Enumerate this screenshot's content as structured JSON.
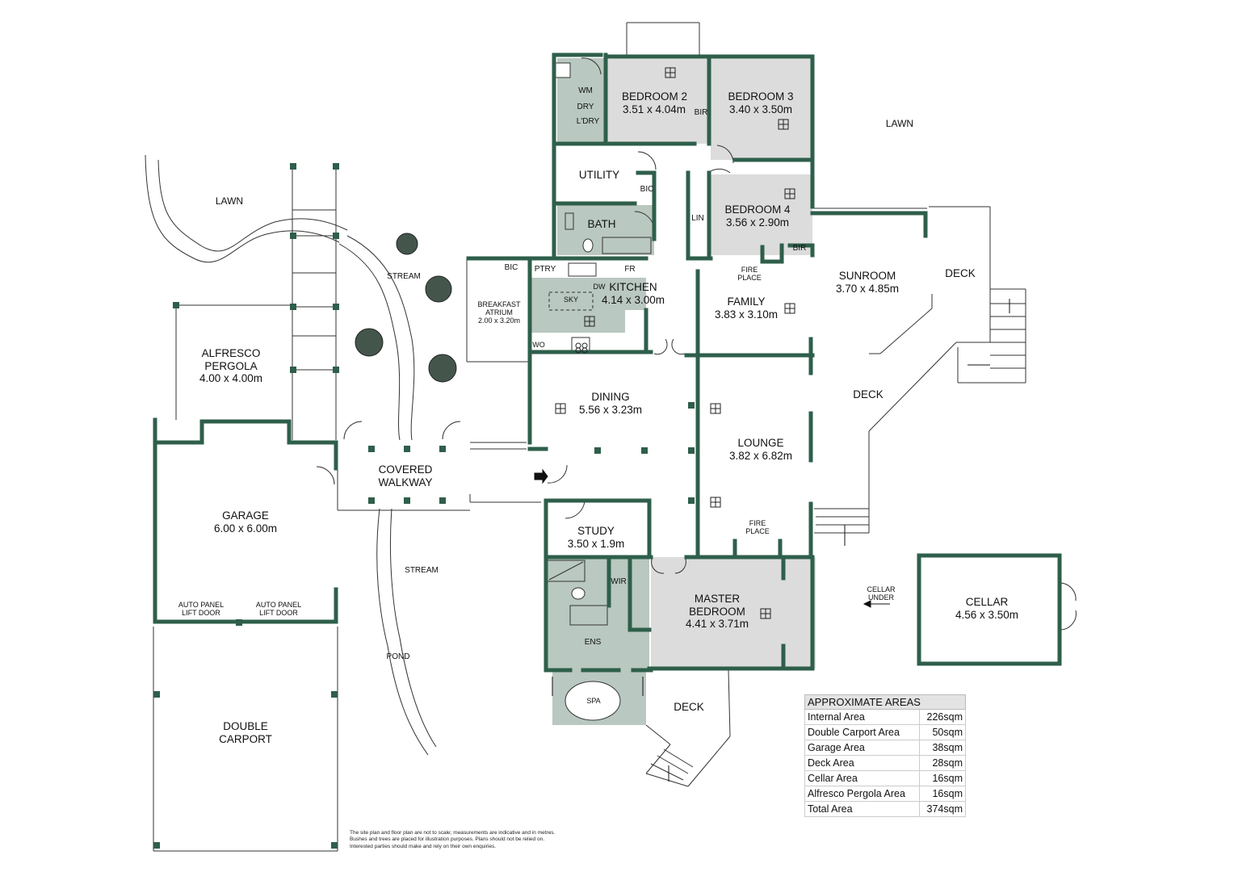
{
  "rooms": {
    "bedroom2": {
      "name": "BEDROOM 2",
      "dims": "3.51 x 4.04m"
    },
    "bedroom3": {
      "name": "BEDROOM 3",
      "dims": "3.40 x 3.50m"
    },
    "bedroom4": {
      "name": "BEDROOM 4",
      "dims": "3.56 x 2.90m"
    },
    "utility": {
      "name": "UTILITY"
    },
    "bath": {
      "name": "BATH"
    },
    "kitchen": {
      "name": "KITCHEN",
      "dims": "4.14 x 3.00m"
    },
    "family": {
      "name": "FAMILY",
      "dims": "3.83 x 3.10m"
    },
    "sunroom": {
      "name": "SUNROOM",
      "dims": "3.70 x 4.85m"
    },
    "breakfast": {
      "name1": "BREAKFAST",
      "name2": "ATRIUM",
      "dims": "2.00 x 3.20m"
    },
    "dining": {
      "name": "DINING",
      "dims": "5.56 x 3.23m"
    },
    "lounge": {
      "name": "LOUNGE",
      "dims": "3.82 x 6.82m"
    },
    "alfresco": {
      "name1": "ALFRESCO",
      "name2": "PERGOLA",
      "dims": "4.00 x 4.00m"
    },
    "garage": {
      "name": "GARAGE",
      "dims": "6.00 x 6.00m"
    },
    "walkway": {
      "name1": "COVERED",
      "name2": "WALKWAY"
    },
    "study": {
      "name": "STUDY",
      "dims": "3.50 x 1.9m"
    },
    "master": {
      "name1": "MASTER",
      "name2": "BEDROOM",
      "dims": "4.41 x 3.71m"
    },
    "cellar": {
      "name": "CELLAR",
      "dims": "4.56 x 3.50m"
    },
    "carport": {
      "name1": "DOUBLE",
      "name2": "CARPORT"
    }
  },
  "labels": {
    "wm": "WM",
    "dry": "DRY",
    "ldry": "L'DRY",
    "bir": "BIR",
    "bic": "BIC",
    "lin": "LIN",
    "ptry": "PTRY",
    "fr": "FR",
    "dw": "DW",
    "sky": "SKY",
    "wo": "WO",
    "fire1": "FIRE",
    "fire2": "PLACE",
    "wir": "WIR",
    "ens": "ENS",
    "spa": "SPA",
    "lawn": "LAWN",
    "stream": "STREAM",
    "pond": "POND",
    "deck": "DECK",
    "cellar_under1": "CELLAR",
    "cellar_under2": "UNDER",
    "auto1": "AUTO PANEL",
    "auto2": "LIFT DOOR"
  },
  "areas": {
    "title": "APPROXIMATE AREAS",
    "rows": [
      {
        "label": "Internal Area",
        "value": "226sqm"
      },
      {
        "label": "Double Carport Area",
        "value": "50sqm"
      },
      {
        "label": "Garage Area",
        "value": "38sqm"
      },
      {
        "label": "Deck Area",
        "value": "28sqm"
      },
      {
        "label": "Cellar Area",
        "value": "16sqm"
      },
      {
        "label": "Alfresco Pergola Area",
        "value": "16sqm"
      },
      {
        "label": "Total Area",
        "value": "374sqm"
      }
    ]
  },
  "disclaimer": {
    "line1": "The site plan and floor plan are not to scale; measurements are indicative and in metres.",
    "line2": "Bushes and trees are placed for illustration purposes. Plans should not be relied on.",
    "line3": "Interested parties should make and rely on their own enquiries."
  },
  "colors": {
    "wall": "#2e5f4b",
    "wet": "#b9c8c0",
    "bed": "#dcdcdc",
    "tree": "#44564c",
    "line": "#333333"
  }
}
